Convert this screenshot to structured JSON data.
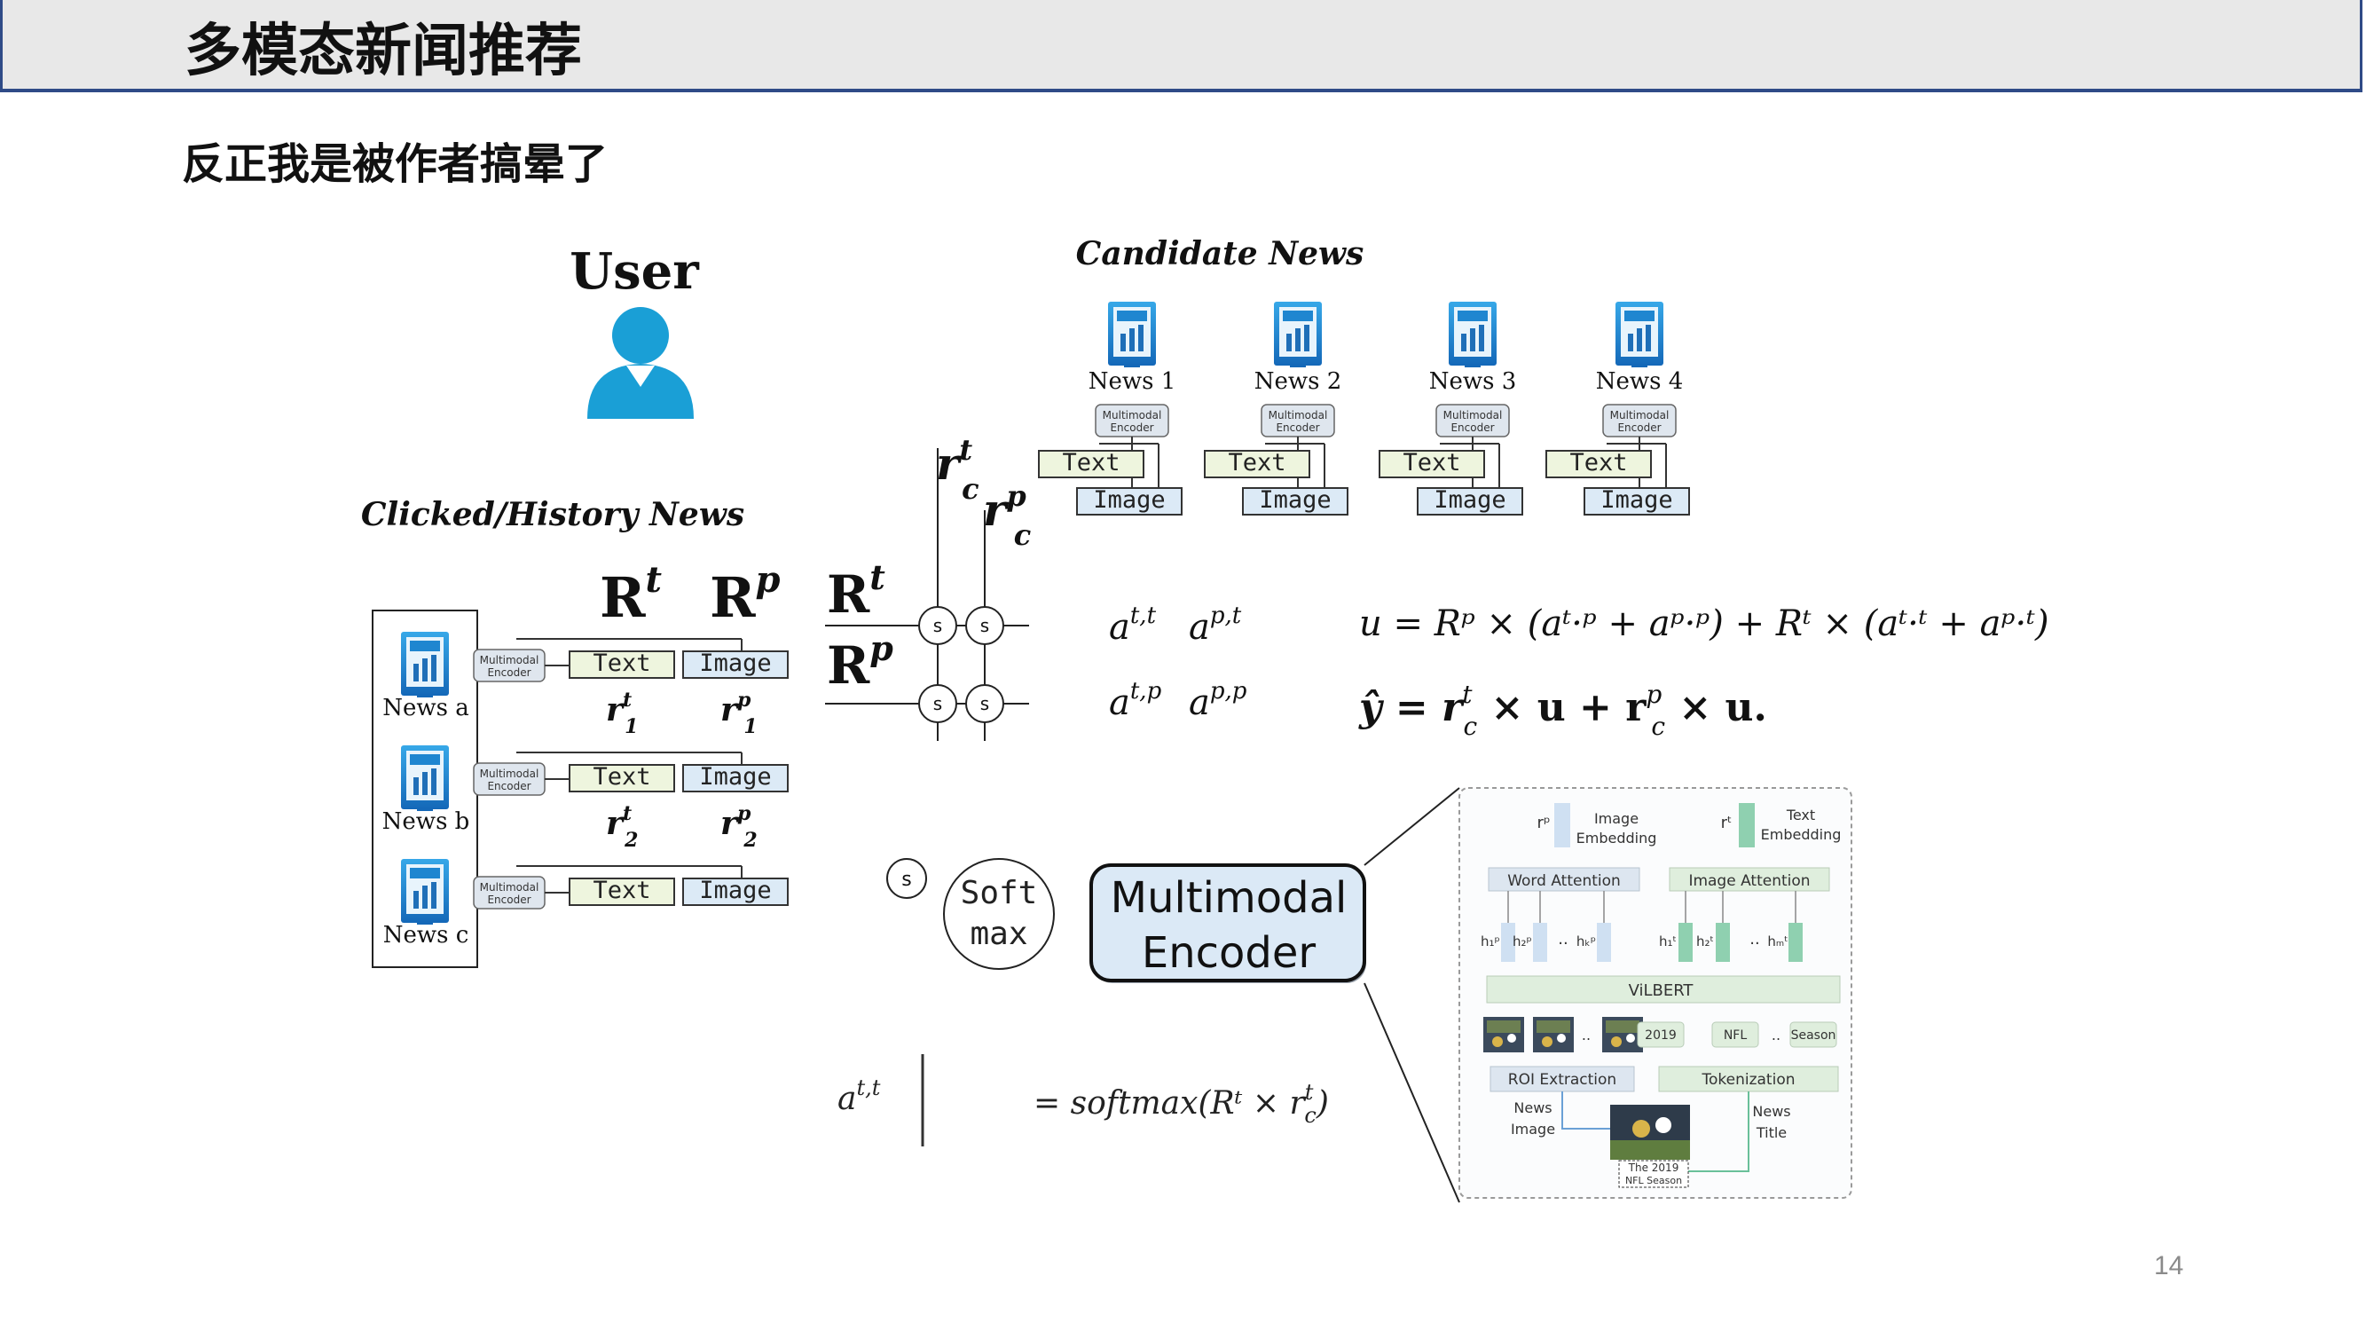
{
  "title": "多模态新闻推荐",
  "subtitle": "反正我是被作者搞晕了",
  "page_number": "14",
  "user": {
    "label": "User"
  },
  "candidate": {
    "label": "Candidate News",
    "items": [
      {
        "name": "News 1",
        "encoder": "Multimodal Encoder",
        "text": "Text",
        "image": "Image"
      },
      {
        "name": "News 2",
        "encoder": "Multimodal Encoder",
        "text": "Text",
        "image": "Image"
      },
      {
        "name": "News 3",
        "encoder": "Multimodal Encoder",
        "text": "Text",
        "image": "Image"
      },
      {
        "name": "News 4",
        "encoder": "Multimodal Encoder",
        "text": "Text",
        "image": "Image"
      }
    ]
  },
  "history": {
    "label": "Clicked/History News",
    "items": [
      {
        "name": "News a",
        "encoder": "Multimodal Encoder",
        "text": "Text",
        "image": "Image",
        "rt": "r",
        "rt_sup": "t",
        "rt_sub": "1",
        "rp": "r",
        "rp_sup": "p",
        "rp_sub": "1"
      },
      {
        "name": "News b",
        "encoder": "Multimodal Encoder",
        "text": "Text",
        "image": "Image",
        "rt": "r",
        "rt_sup": "t",
        "rt_sub": "2",
        "rp": "r",
        "rp_sup": "p",
        "rp_sub": "2"
      },
      {
        "name": "News c",
        "encoder": "Multimodal Encoder",
        "text": "Text",
        "image": "Image"
      }
    ]
  },
  "matrices": {
    "Rt": "R",
    "Rt_sup": "t",
    "Rp": "R",
    "Rp_sup": "p",
    "rc": "r",
    "rct_sup": "t",
    "rc_sub": "c",
    "rcp_sup": "p"
  },
  "attention": {
    "s": "s",
    "att": "a",
    "tt": "t,t",
    "pt": "p,t",
    "tp": "t,p",
    "pp": "p,p"
  },
  "formulas": {
    "u": "u = Rᵖ × (aᵗ·ᵖ + aᵖ·ᵖ)  +  Rᵗ × (aᵗ·ᵗ + aᵖ·ᵗ)",
    "y": "ŷ = r",
    "y_rest1": " × u + r",
    "y_rest2": " × u.",
    "softmax": "= softmax(Rᵗ × r",
    "softmax_end": ")"
  },
  "softmax_label": {
    "line1": "Soft",
    "line2": "max"
  },
  "encoder_box": {
    "line1": "Multimodal",
    "line2": "Encoder"
  },
  "detail": {
    "rp": "rᵖ",
    "rt": "rᵗ",
    "image_embedding": [
      "Image",
      "Embedding"
    ],
    "text_embedding": [
      "Text",
      "Embedding"
    ],
    "word_attention": "Word Attention",
    "image_attention": "Image Attention",
    "vilbert": "ViLBERT",
    "roi": "ROI Extraction",
    "tokenization": "Tokenization",
    "tokens": [
      "2019",
      "NFL",
      "Season"
    ],
    "news_image": [
      "News",
      "Image"
    ],
    "news_title": [
      "News",
      "Title"
    ],
    "caption": [
      "The 2019",
      "NFL Season"
    ],
    "dots": "..",
    "hidden_labels": [
      "h₁ᵖ",
      "h₂ᵖ",
      "hₖᵖ",
      "h₁ᵗ",
      "h₂ᵗ",
      "hₘᵗ"
    ]
  }
}
